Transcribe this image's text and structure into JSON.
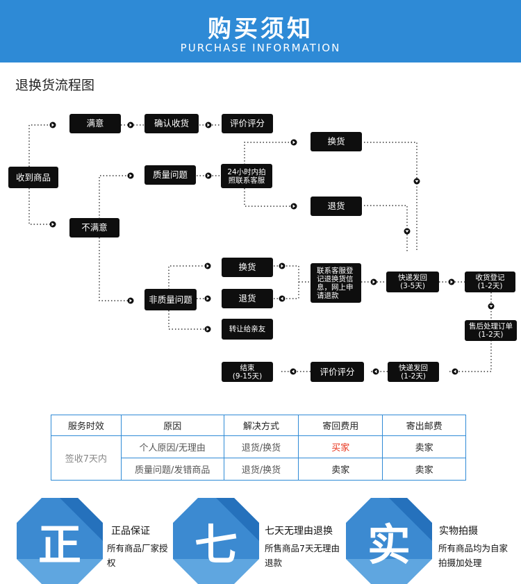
{
  "header": {
    "title": "购买须知",
    "subtitle": "PURCHASE INFORMATION"
  },
  "flow": {
    "section_title": "退换货流程图",
    "nodes": {
      "received": "收到商品",
      "satisfied": "满意",
      "confirm_receipt": "确认收货",
      "review_top": "评价评分",
      "unsatisfied": "不满意",
      "quality_issue": "质量问题",
      "contact_24h": "24小时内拍\n照联系客服",
      "exchange_upper": "换货",
      "return_upper": "退货",
      "non_quality_issue": "非质量问题",
      "exchange_lower": "换货",
      "return_lower": "退货",
      "gift_friends": "转让给亲友",
      "register_return": "联系客服登\n记退换货信\n息，网上申\n请退款",
      "express_send": "快递发回\n(3-5天)",
      "receive_register": "收货登记\n(1-2天)",
      "after_sale": "售后处理订单\n(1-2天)",
      "express_return": "快递发回\n(1-2天)",
      "review_bottom": "评价评分",
      "end": "结束\n(9-15天)"
    }
  },
  "policy_table": {
    "headers": [
      "服务时效",
      "原因",
      "解决方式",
      "寄回费用",
      "寄出邮费"
    ],
    "period": "签收7天内",
    "rows": [
      {
        "reason": "个人原因/无理由",
        "solution": "退货/换货",
        "return_fee": "买家",
        "send_fee": "卖家"
      },
      {
        "reason": "质量问题/发错商品",
        "solution": "退货/换货",
        "return_fee": "卖家",
        "send_fee": "卖家"
      }
    ]
  },
  "guarantees": [
    {
      "char": "正",
      "title": "正品保证",
      "desc": "所有商品厂家授权"
    },
    {
      "char": "七",
      "title": "七天无理由退换",
      "desc": "所售商品7天无理由退款"
    },
    {
      "char": "实",
      "title": "实物拍摄",
      "desc": "所有商品均为自家拍摄加处理"
    }
  ],
  "colors": {
    "brand_blue": "#2e8ad6",
    "badge_light": "#5fa6e0",
    "node_black": "#0e0e0e",
    "highlight_red": "#e8321a"
  }
}
